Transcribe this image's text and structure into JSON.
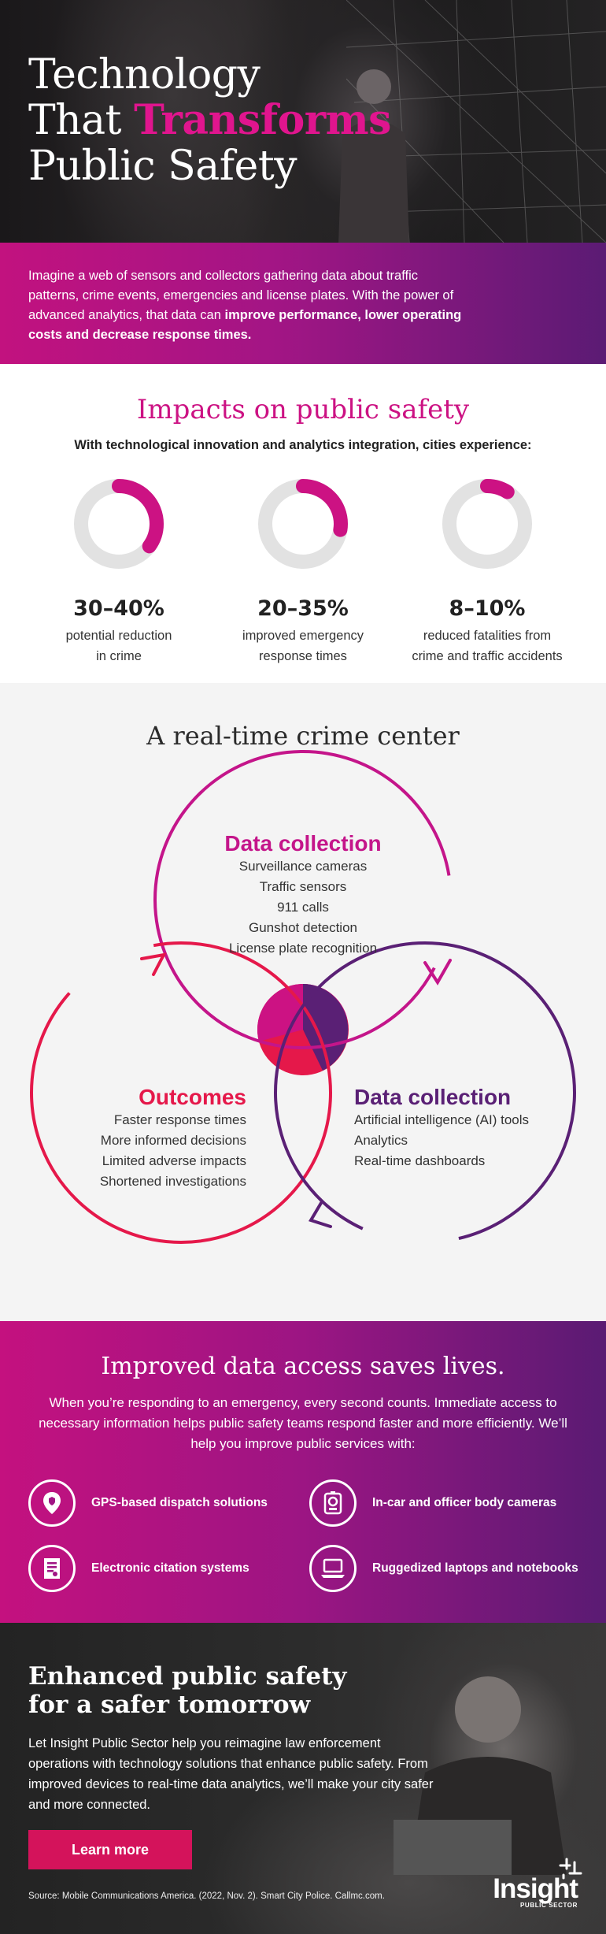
{
  "hero": {
    "title_line1": "Technology",
    "title_line2_prefix": "That ",
    "title_line2_highlight": "Transforms",
    "title_line3": "Public Safety"
  },
  "intro": {
    "text": "Imagine a web of sensors and collectors gathering data about traffic patterns, crime events, emergencies and license plates. With the power of advanced analytics, that data can ",
    "bold": "improve performance, lower operating costs and decrease response times."
  },
  "impacts": {
    "title": "Impacts on public safety",
    "subtitle": "With technological innovation and analytics integration, cities experience:",
    "stats": [
      {
        "value": "30–40%",
        "desc1": "potential reduction",
        "desc2": "in crime",
        "fraction": 0.35
      },
      {
        "value": "20–35%",
        "desc1": "improved emergency",
        "desc2": "response times",
        "fraction": 0.275
      },
      {
        "value": "8–10%",
        "desc1": "reduced fatalities from",
        "desc2": "crime and traffic accidents",
        "fraction": 0.09
      }
    ]
  },
  "crime_center": {
    "title": "A real-time crime center",
    "top": {
      "heading": "Data collection",
      "items": [
        "Surveillance cameras",
        "Traffic sensors",
        "911 calls",
        "Gunshot detection",
        "License plate recognition"
      ]
    },
    "left": {
      "heading": "Outcomes",
      "items": [
        "Faster response times",
        "More informed decisions",
        "Limited adverse impacts",
        "Shortened investigations"
      ]
    },
    "right": {
      "heading": "Data collection",
      "items": [
        "Artificial intelligence (AI) tools",
        "Analytics",
        "Real-time dashboards"
      ]
    }
  },
  "access": {
    "title": "Improved data access saves lives.",
    "text": "When you’re responding to an emergency, every second counts. Immediate access to necessary information helps public safety teams respond faster and more efficiently. We’ll help you improve public services with:",
    "services": [
      {
        "label": "GPS-based dispatch solutions",
        "icon": "map-pin-badge-icon"
      },
      {
        "label": "In-car and officer body cameras",
        "icon": "body-camera-icon"
      },
      {
        "label": "Electronic citation systems",
        "icon": "citation-document-icon"
      },
      {
        "label": "Ruggedized laptops and notebooks",
        "icon": "laptop-icon"
      }
    ]
  },
  "cta": {
    "title": "Enhanced public safety for a safer tomorrow",
    "text": "Let Insight Public Sector help you reimagine law enforcement operations with technology solutions that enhance public safety. From improved devices to real-time data analytics, we’ll make your city safer and more connected.",
    "button": "Learn more",
    "source": "Source:  Mobile Communications America. (2022, Nov. 2). Smart City Police. Callmc.com.",
    "logo_word": "Insight",
    "logo_tag": "PUBLIC SECTOR"
  },
  "colors": {
    "magenta": "#cc1283",
    "crimson": "#e5184a",
    "purple": "#5a2075",
    "ring_gray": "#e2e2e2"
  }
}
